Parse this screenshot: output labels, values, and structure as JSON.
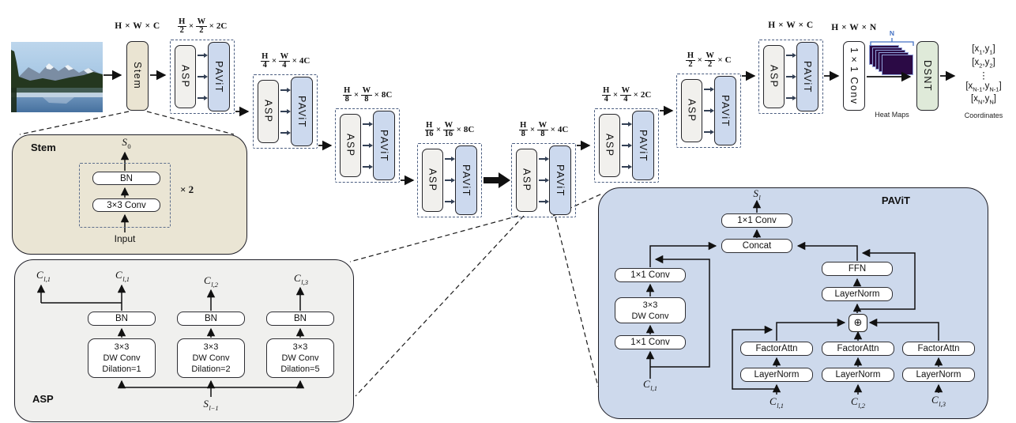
{
  "symbols": {
    "times": "×"
  },
  "colors": {
    "pavit_fill": "#cdd9ec",
    "asp_fill": "#f0f0ee",
    "stem_fill": "#eae5d4",
    "dsnt_fill": "#dfead9",
    "heatmap_fill": "#2b0a45",
    "bracket_blue": "#4472c4",
    "dashed_border": "#4a5d80"
  },
  "pipeline": {
    "stem": "Stem",
    "asp": "ASP",
    "pavit": "PAViT",
    "dims": [
      {
        "plain": "H × W × C"
      },
      {
        "hn": "H",
        "hd": "2",
        "wn": "W",
        "wd": "2",
        "c": "2C"
      },
      {
        "hn": "H",
        "hd": "4",
        "wn": "W",
        "wd": "4",
        "c": "4C"
      },
      {
        "hn": "H",
        "hd": "8",
        "wn": "W",
        "wd": "8",
        "c": "8C"
      },
      {
        "hn": "H",
        "hd": "16",
        "wn": "W",
        "wd": "16",
        "c": "8C"
      },
      {
        "hn": "H",
        "hd": "8",
        "wn": "W",
        "wd": "8",
        "c": "4C"
      },
      {
        "hn": "H",
        "hd": "4",
        "wn": "W",
        "wd": "4",
        "c": "2C"
      },
      {
        "hn": "H",
        "hd": "2",
        "wn": "W",
        "wd": "2",
        "c": "C"
      },
      {
        "plain": "H × W × C"
      },
      {
        "plain": "H × W × N"
      }
    ]
  },
  "head": {
    "conv": "1×1 Conv",
    "n": "N",
    "heatmaps_caption": "Heat Maps",
    "dsnt": "DSNT",
    "coords": [
      {
        "a": "[x",
        "s1": "1",
        "b": ",y",
        "s2": "1",
        "c": "]"
      },
      {
        "a": "[x",
        "s1": "2",
        "b": ",y",
        "s2": "2",
        "c": "]"
      },
      {
        "dots": "⋮"
      },
      {
        "a": "[x",
        "s1": "N-1",
        "b": ",y",
        "s2": "N-1",
        "c": "]"
      },
      {
        "a": "[x",
        "s1": "N",
        "b": ",y",
        "s2": "N",
        "c": "]"
      }
    ],
    "coords_caption": "Coordinates"
  },
  "stem_box": {
    "title": "Stem",
    "out_base": "S",
    "out_sub": "0",
    "bn": "BN",
    "conv": "3×3 Conv",
    "repeat": "× 2",
    "input": "Input"
  },
  "asp_box": {
    "title": "ASP",
    "skip_base": "C",
    "skip_sub": "l,1",
    "branches": [
      {
        "out_base": "C",
        "out_sub": "l,1",
        "bn": "BN",
        "l1": "3×3",
        "l2": "DW Conv",
        "l3": "Dilation=1"
      },
      {
        "out_base": "C",
        "out_sub": "l,2",
        "bn": "BN",
        "l1": "3×3",
        "l2": "DW Conv",
        "l3": "Dilation=2"
      },
      {
        "out_base": "C",
        "out_sub": "l,3",
        "bn": "BN",
        "l1": "3×3",
        "l2": "DW Conv",
        "l3": "Dilation=5"
      }
    ],
    "in_base": "S",
    "in_sub": "l−1"
  },
  "pavit_box": {
    "title": "PAViT",
    "out_base": "S",
    "out_sub": "l",
    "conv_top": "1×1 Conv",
    "concat": "Concat",
    "local": {
      "conv1": "1×1 Conv",
      "dw1": "3×3",
      "dw2": "DW Conv",
      "conv2": "1×1 Conv",
      "in_base": "C",
      "in_sub": "l,1"
    },
    "ffn": "FFN",
    "ffn_ln": "LayerNorm",
    "sum": "⊕",
    "attn": [
      {
        "fa": "FactorAttn",
        "ln": "LayerNorm",
        "in_base": "C",
        "in_sub": "l,1"
      },
      {
        "fa": "FactorAttn",
        "ln": "LayerNorm",
        "in_base": "C",
        "in_sub": "l,2"
      },
      {
        "fa": "FactorAttn",
        "ln": "LayerNorm",
        "in_base": "C",
        "in_sub": "l,3"
      }
    ]
  }
}
